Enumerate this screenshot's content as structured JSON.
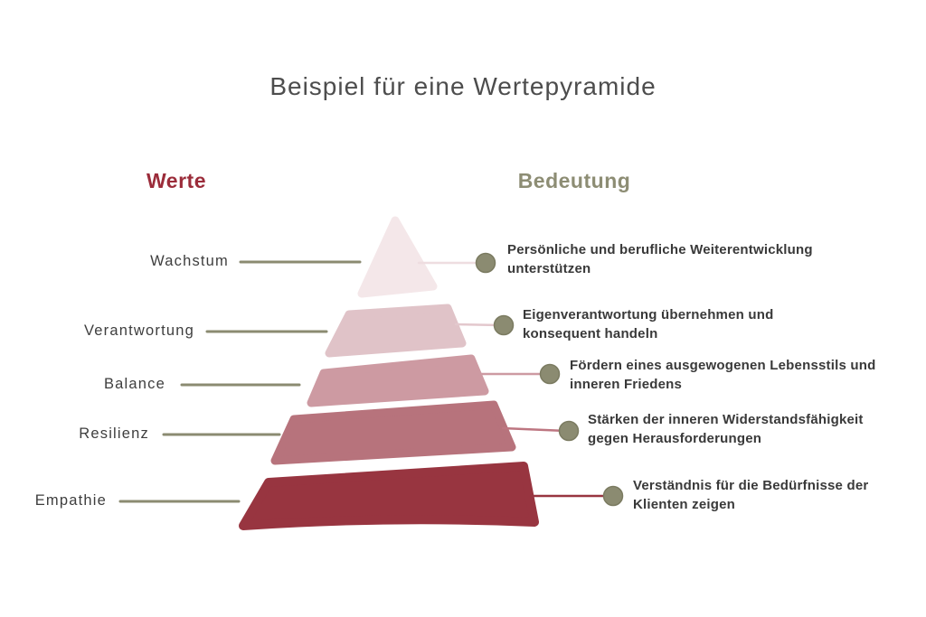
{
  "title": "Beispiel für eine Wertepyramide",
  "columns": {
    "left_header": "Werte",
    "right_header": "Bedeutung"
  },
  "colors": {
    "left_header_text": "#9b2c3a",
    "right_header_text": "#8d8d74",
    "title_text": "#4d4d4d",
    "label_text": "#3e3e3e",
    "description_text": "#393939",
    "leader_line": "#8b8b71",
    "dot_fill": "#8b8b71",
    "dot_stroke": "#7b7b61"
  },
  "pyramid": {
    "levels": [
      {
        "label": "Wachstum",
        "description": "Persönliche und berufliche Weiterentwicklung unterstützen",
        "color": "#f4e7e9",
        "connector_color": "#eedde0"
      },
      {
        "label": "Verantwortung",
        "description": "Eigenverantwortung übernehmen und konsequent handeln",
        "color": "#e0c3c8",
        "connector_color": "#e3c8cd"
      },
      {
        "label": "Balance",
        "description": "Fördern eines ausgewogenen Lebensstils und inneren Friedens",
        "color": "#cd9aa2",
        "connector_color": "#cd9aa2"
      },
      {
        "label": "Resilienz",
        "description": "Stärken der inneren Widerstandsfähigkeit gegen Herausforderungen",
        "color": "#b7737c",
        "connector_color": "#bd7681"
      },
      {
        "label": "Empathie",
        "description": "Verständnis für die Bedürfnisse der Klienten zeigen",
        "color": "#983540",
        "connector_color": "#983540"
      }
    ]
  }
}
